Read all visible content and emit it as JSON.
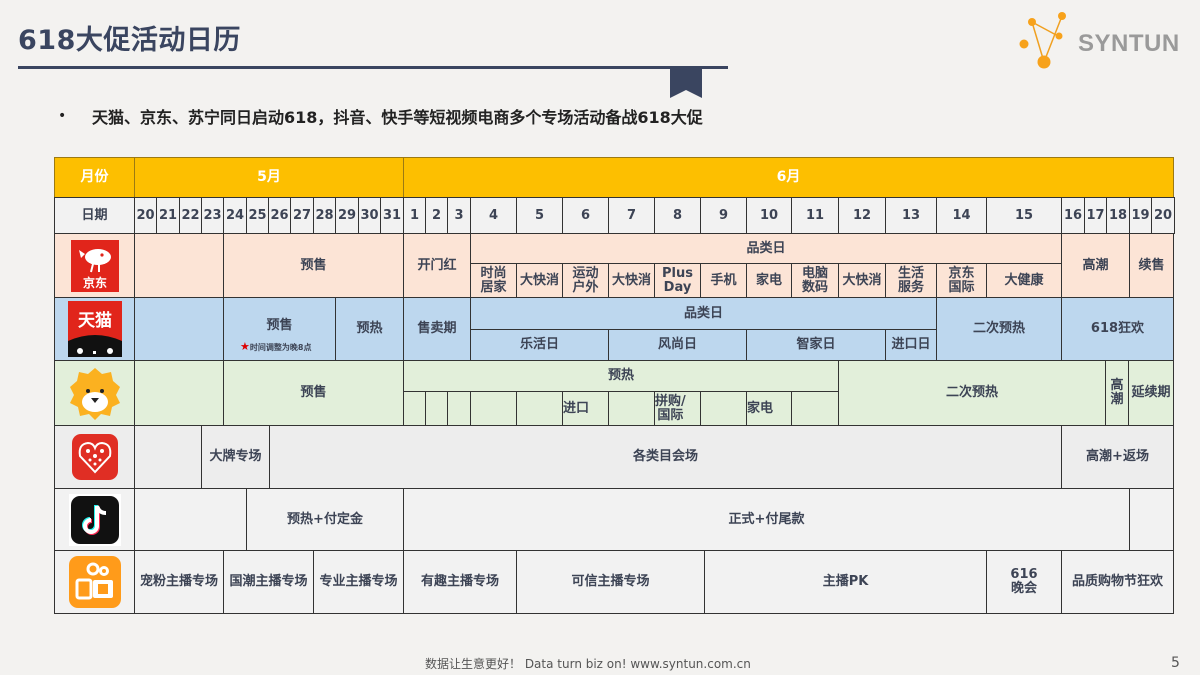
{
  "header": {
    "title": "618大促活动日历",
    "logo_text": "SYNTUN",
    "bullet": "•",
    "bullet_text": "天猫、京东、苏宁同日启动618，抖音、快手等短视频电商多个专场活动备战618大促"
  },
  "table": {
    "month_label": "月份",
    "date_label": "日期",
    "may": "5月",
    "june": "6月",
    "may_dates": [
      "20",
      "21",
      "22",
      "23",
      "24",
      "25",
      "26",
      "27",
      "28",
      "29",
      "30",
      "31"
    ],
    "june_dates": [
      "1",
      "2",
      "3",
      "4",
      "5",
      "6",
      "7",
      "8",
      "9",
      "10",
      "11",
      "12",
      "13",
      "14",
      "15",
      "16",
      "17",
      "18",
      "19",
      "20"
    ],
    "jd": {
      "platform": "京东",
      "presale": "预售",
      "open": "开门红",
      "category_day": "品类日",
      "categories": [
        "时尚\n居家",
        "大快消",
        "运动\n户外",
        "大快消",
        "Plus\nDay",
        "手机",
        "家电",
        "电脑\n数码",
        "大快消",
        "生活\n服务",
        "京东\n国际",
        "大健康"
      ],
      "climax": "高潮",
      "continue": "续售"
    },
    "tmall": {
      "platform": "天猫",
      "presale": "预售",
      "presale_note": "时间调整为晚8点",
      "preheat": "预热",
      "sale": "售卖期",
      "category_day": "品类日",
      "categories": [
        "乐活日",
        "风尚日",
        "智家日",
        "进口日"
      ],
      "second_preheat": "二次预热",
      "carnival": "618狂欢"
    },
    "suning": {
      "platform": "苏宁易购",
      "presale": "预售",
      "preheat": "预热",
      "sub": [
        "进口",
        "拼购/\n国际",
        "家电"
      ],
      "second_preheat": "二次预热",
      "climax": "高\n潮",
      "extend": "延续期"
    },
    "pdd": {
      "platform": "拼多多",
      "brand": "大牌专场",
      "category": "各类目会场",
      "climax": "高潮+返场"
    },
    "douyin": {
      "platform": "抖音",
      "deposit": "预热+付定金",
      "formal": "正式+付尾款"
    },
    "kuaishou": {
      "platform": "快手",
      "sessions": [
        "宠粉主播专场",
        "国潮主播专场",
        "专业主播专场",
        "有趣主播专场",
        "可信主播专场",
        "主播PK",
        "616\n晚会",
        "品质购物节狂欢"
      ]
    }
  },
  "footer": {
    "slogan": "数据让生意更好！ Data turn biz on!  www.syntun.com.cn",
    "page": "5"
  },
  "colors": {
    "header_yellow": "#fdbf00",
    "jd_row": "#fce4d6",
    "tmall_row": "#bdd7ee",
    "suning_row": "#e2efda",
    "gray_row": "#ededed",
    "title_navy": "#3a4560"
  }
}
